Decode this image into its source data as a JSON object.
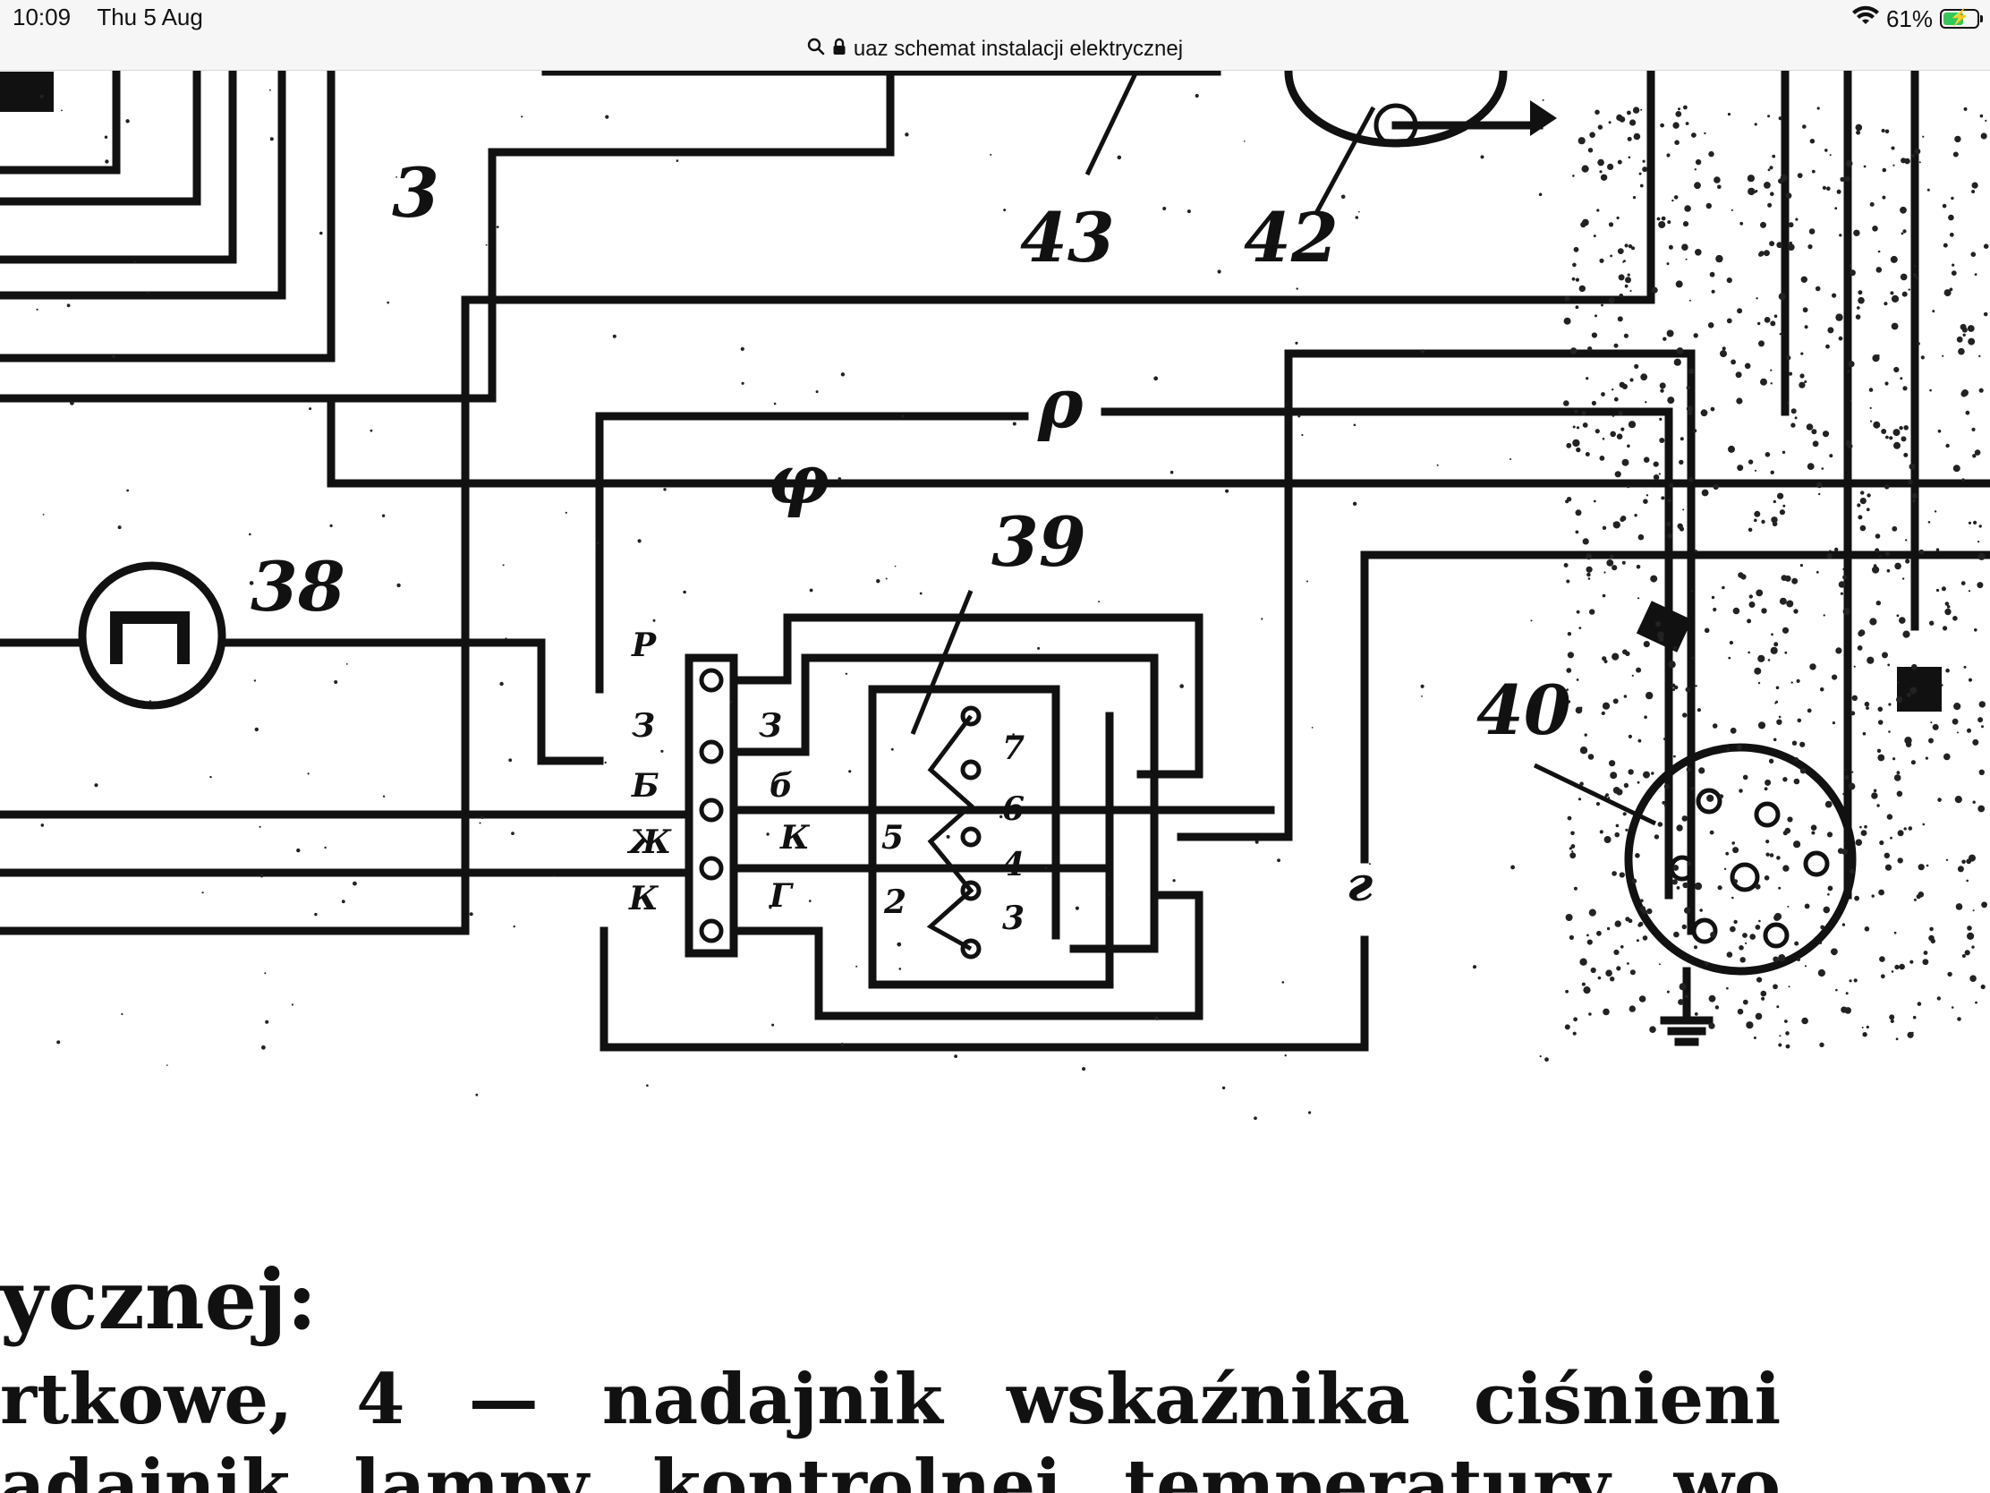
{
  "status_bar": {
    "time": "10:09",
    "date": "Thu 5 Aug",
    "battery_percent": "61%",
    "battery_level": 0.61,
    "battery_charging": true,
    "wifi_icon": "wifi-icon",
    "battery_icon": "battery-icon"
  },
  "address_bar": {
    "search_icon": "search-icon",
    "lock_icon": "lock-icon",
    "query": "uaz schemat instalacji elektrycznej"
  },
  "diagram": {
    "labels": {
      "l3": "3",
      "l43": "43",
      "l42": "42",
      "rho": "ρ",
      "phi": "φ",
      "l39": "39",
      "l38": "38",
      "l40": "40",
      "g": "г",
      "left_p": "P",
      "left_z": "З",
      "left_b": "Б",
      "left_zh": "Ж",
      "left_k": "К",
      "right_z": "З",
      "right_b": "б",
      "right_k": "К",
      "right_g": "Г",
      "n7": "7",
      "n6": "6",
      "n5": "5",
      "n4": "4",
      "n3": "3",
      "n2": "2"
    }
  },
  "page_text": {
    "heading": "ycznej:",
    "legend_line_1": "rtkowe, 4 — nadajnik wskaźnika ciśnieni",
    "legend_line_2": "adajnik lampy kontrolnej temperatury wo"
  },
  "colors": {
    "ink": "#111111",
    "battery_green": "#34c759",
    "chrome_background": "#f6f6f6"
  }
}
